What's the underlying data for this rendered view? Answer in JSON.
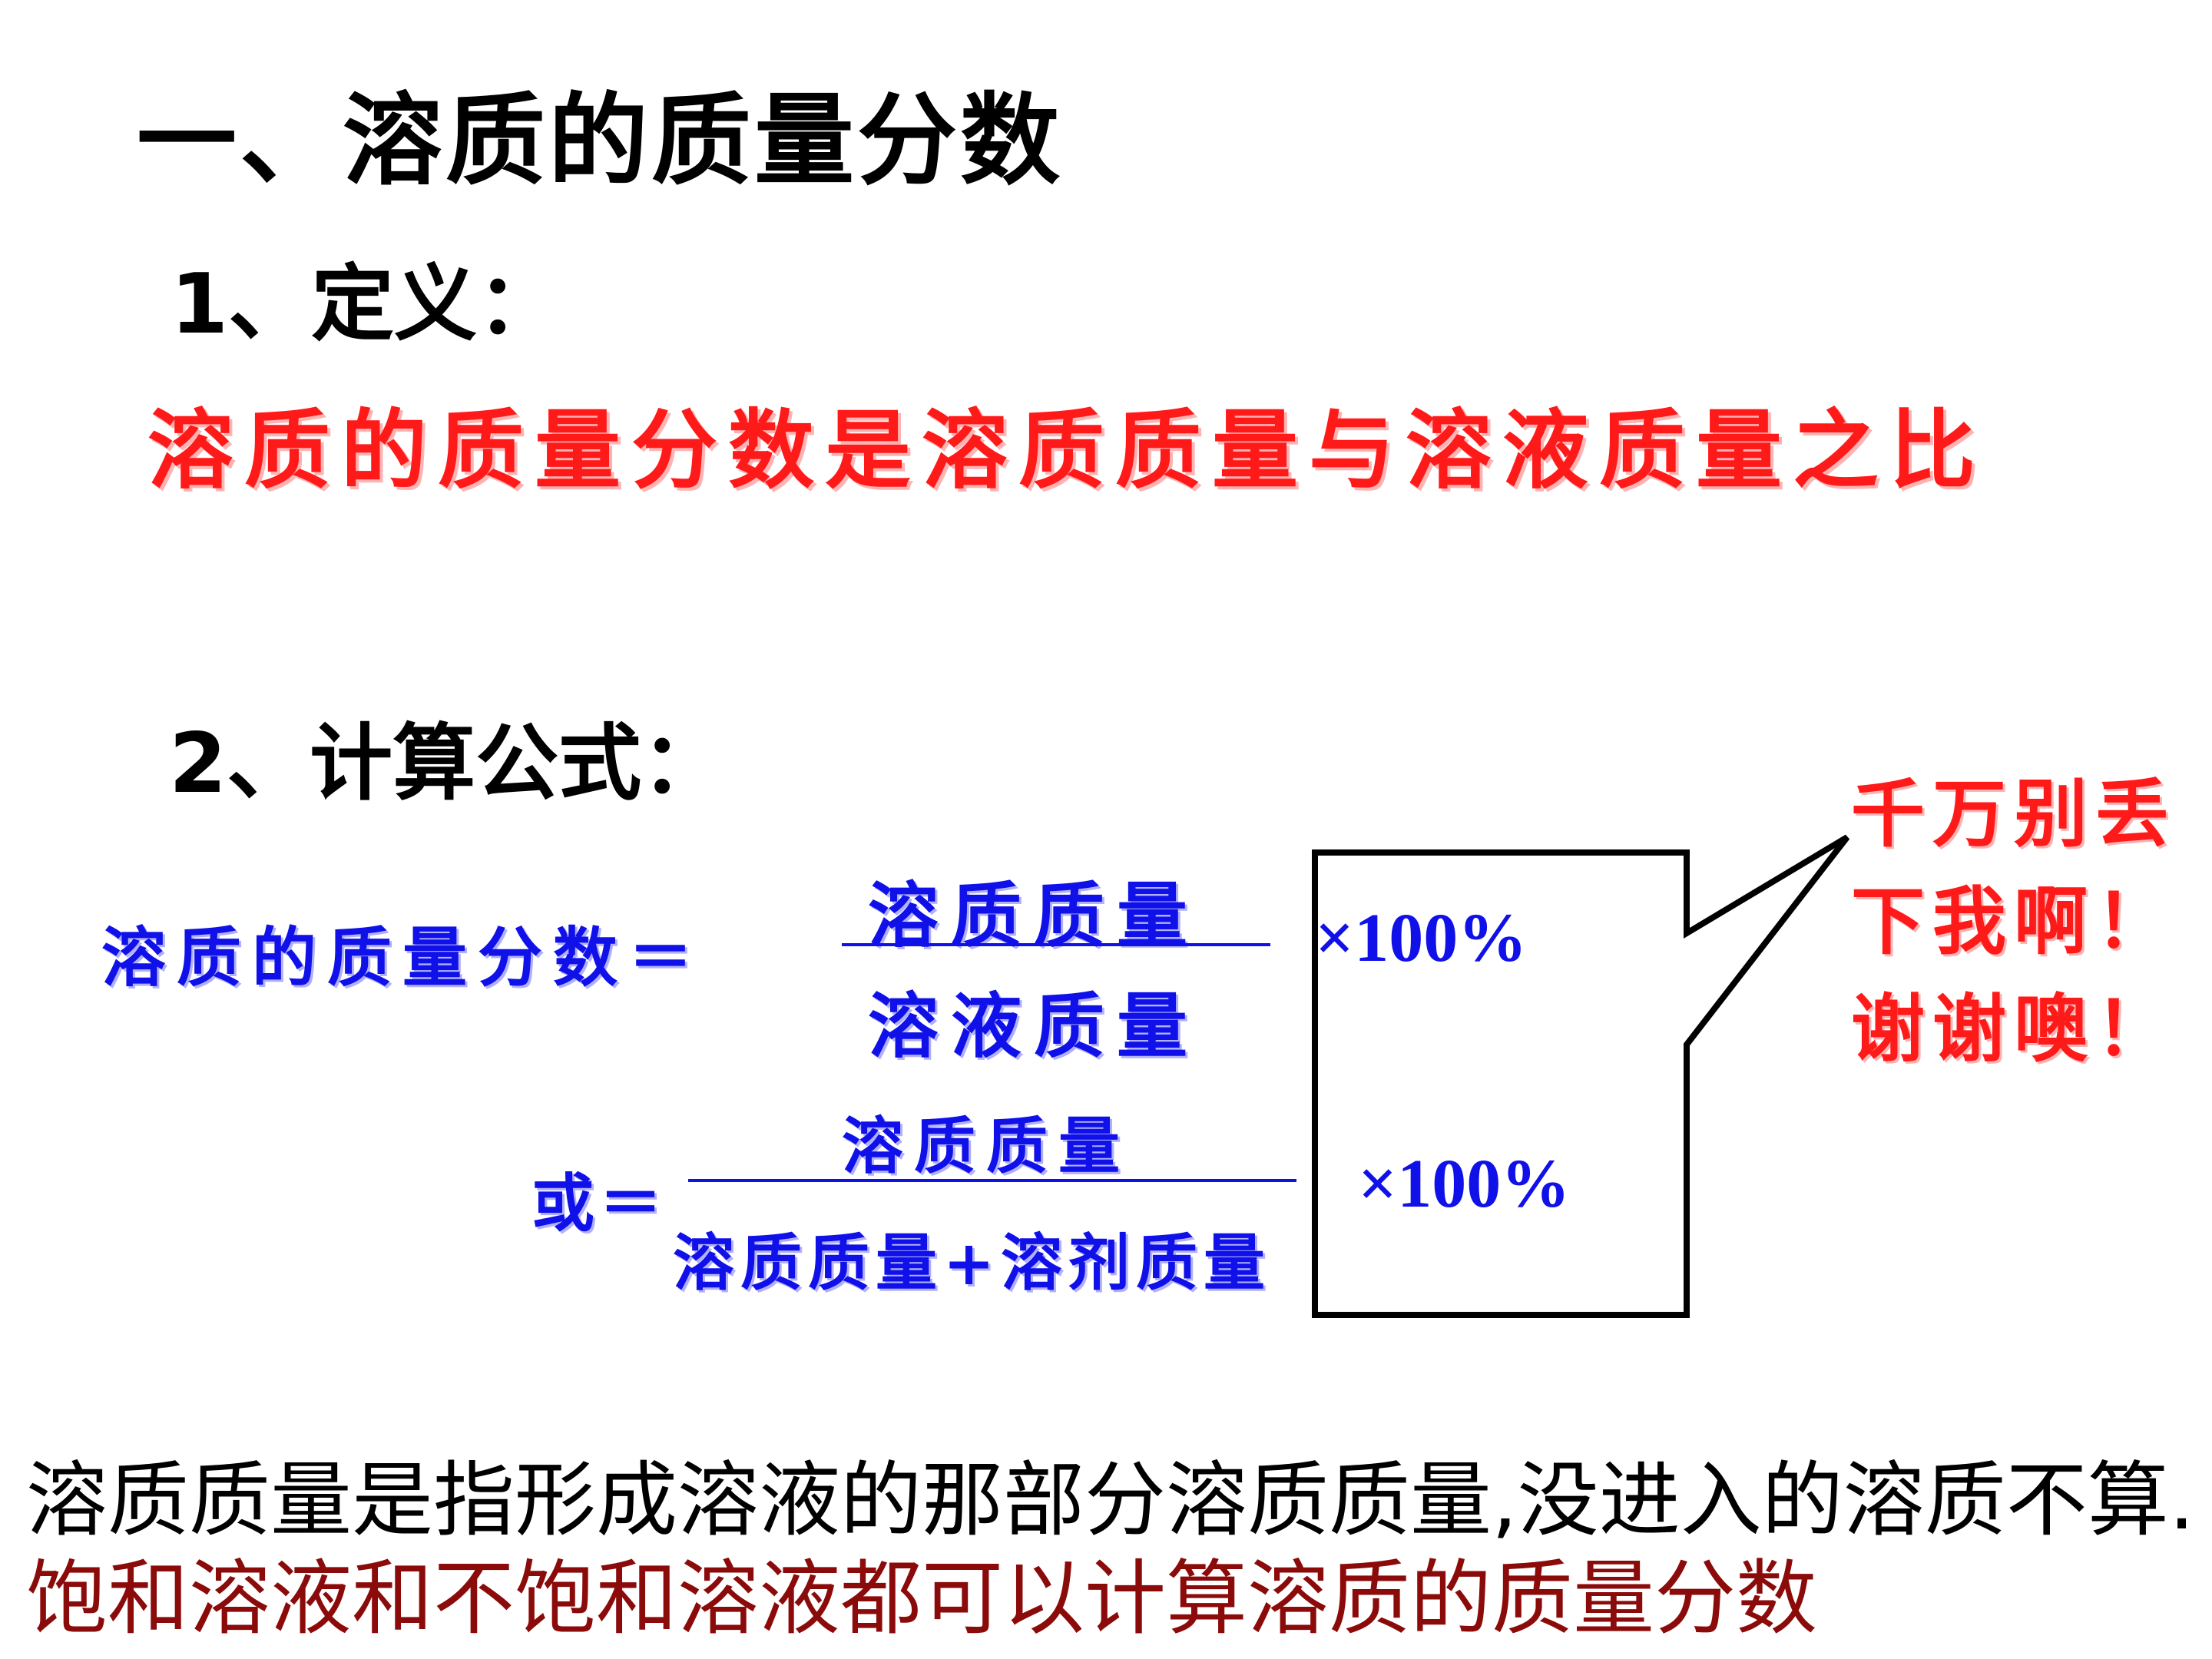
{
  "title": "一、溶质的质量分数",
  "section1": {
    "heading": "1、定义："
  },
  "definition": "溶质的质量分数是溶质质量与溶液质量之比",
  "section2": {
    "heading": "2、计算公式："
  },
  "formula1": {
    "lhs": "溶质的质量分数＝",
    "numerator": "溶质质量",
    "denominator": "溶液质量",
    "multiplier": "×100%"
  },
  "formula2": {
    "lhs": "或＝",
    "numerator": "溶质质量",
    "denominator": "溶质质量+溶剂质量",
    "multiplier": "×100%"
  },
  "callout": {
    "line1": "千万别丢",
    "line2": "下我啊！",
    "line3": "谢谢噢！"
  },
  "note": {
    "black_part": "溶质质量是指形成溶液的那部分溶质质量,没进入的溶质不算.",
    "red_part": "饱和溶液和不饱和溶液都可以计算溶质的质量分数"
  },
  "colors": {
    "red": "#ff1a1a",
    "blue": "#1010e8",
    "dark_red": "#8b0a0a"
  }
}
